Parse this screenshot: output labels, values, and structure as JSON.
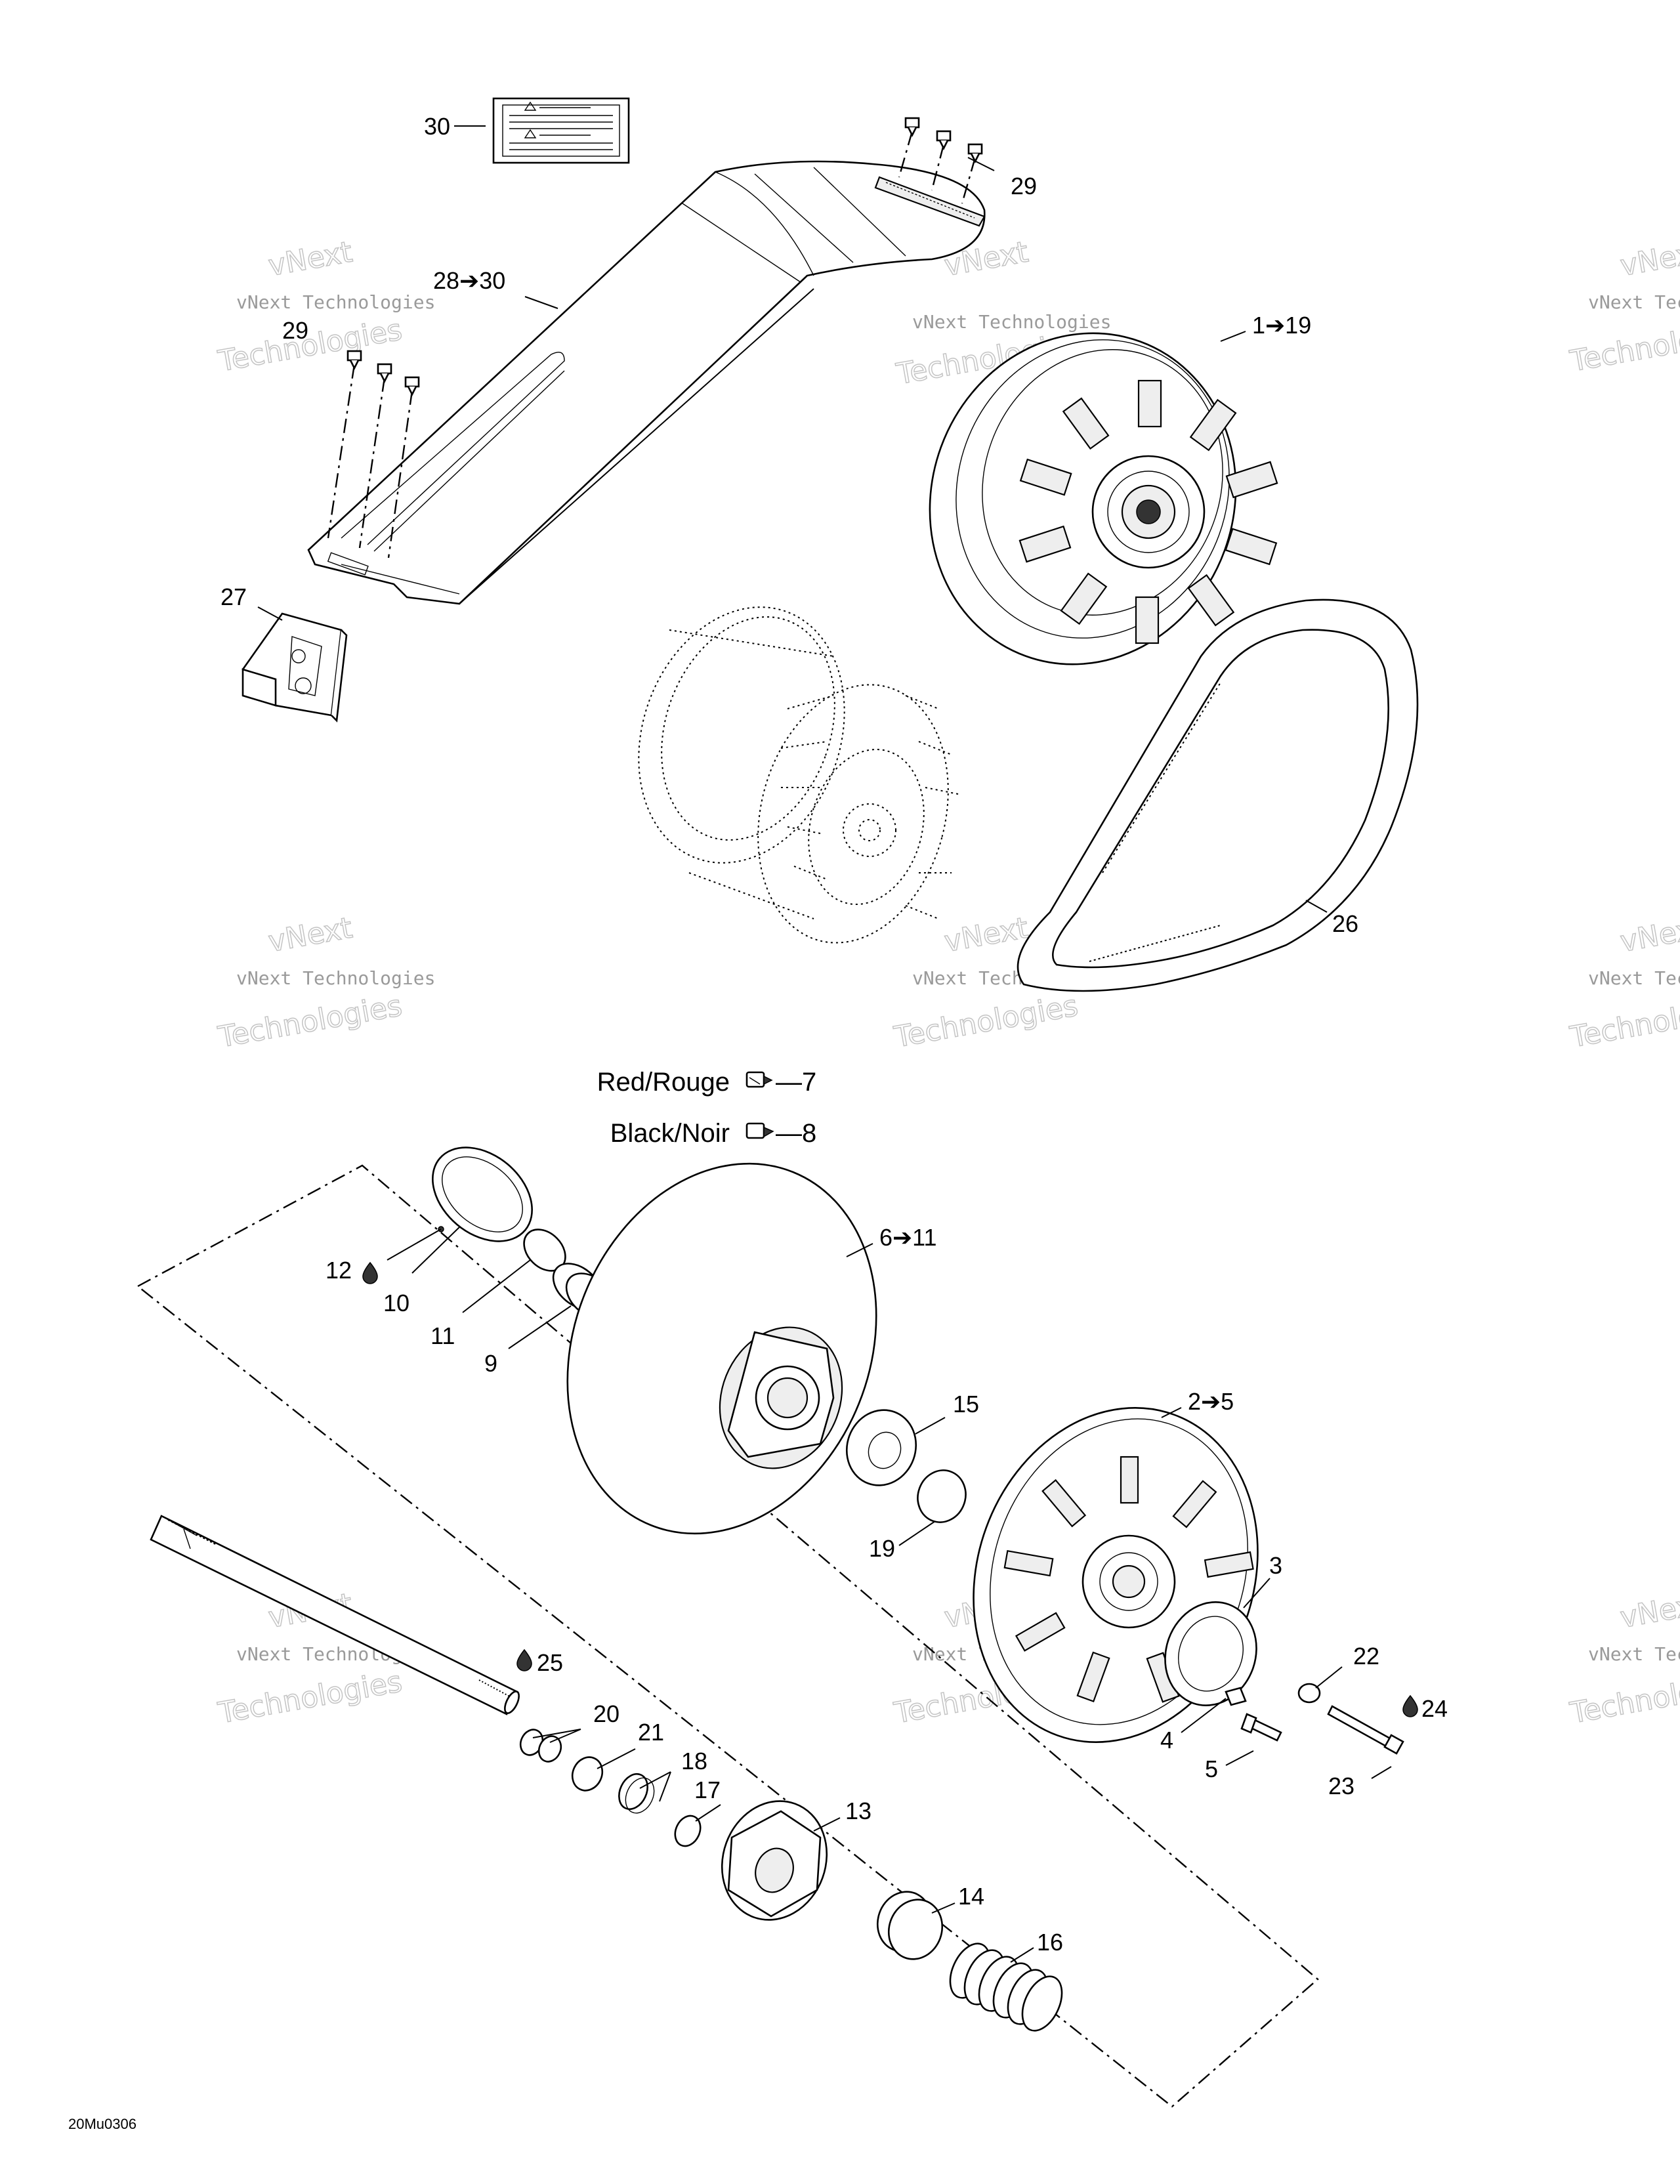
{
  "watermark": {
    "line1": "vNext Technologies",
    "line2_a": "vNext",
    "line2_b": "Technologies"
  },
  "callouts": {
    "c30": "30",
    "c29_top": "29",
    "c28_30": "28➔30",
    "c29_left": "29",
    "c1_19": "1➔19",
    "c27": "27",
    "c26": "26",
    "c7": "—7",
    "c8": "—8",
    "c6_11": "6➔11",
    "c12": "12",
    "c10": "10",
    "c11": "11",
    "c9": "9",
    "c15": "15",
    "c2_5": "2➔5",
    "c19": "19",
    "c3": "3",
    "c25": "25",
    "c22": "22",
    "c20": "20",
    "c21": "21",
    "c24": "24",
    "c18": "18",
    "c4": "4",
    "c5": "5",
    "c17": "17",
    "c23": "23",
    "c13": "13",
    "c14": "14",
    "c16": "16"
  },
  "legend": {
    "red": "Red/Rouge",
    "black": "Black/Noir"
  },
  "figure_code": "20Mu0306",
  "icons": {
    "drop": "oil-drop-icon",
    "grease_tube": "grease-tube-icon"
  },
  "colors": {
    "ink": "#000000",
    "watermark": "#9a9a9a"
  }
}
